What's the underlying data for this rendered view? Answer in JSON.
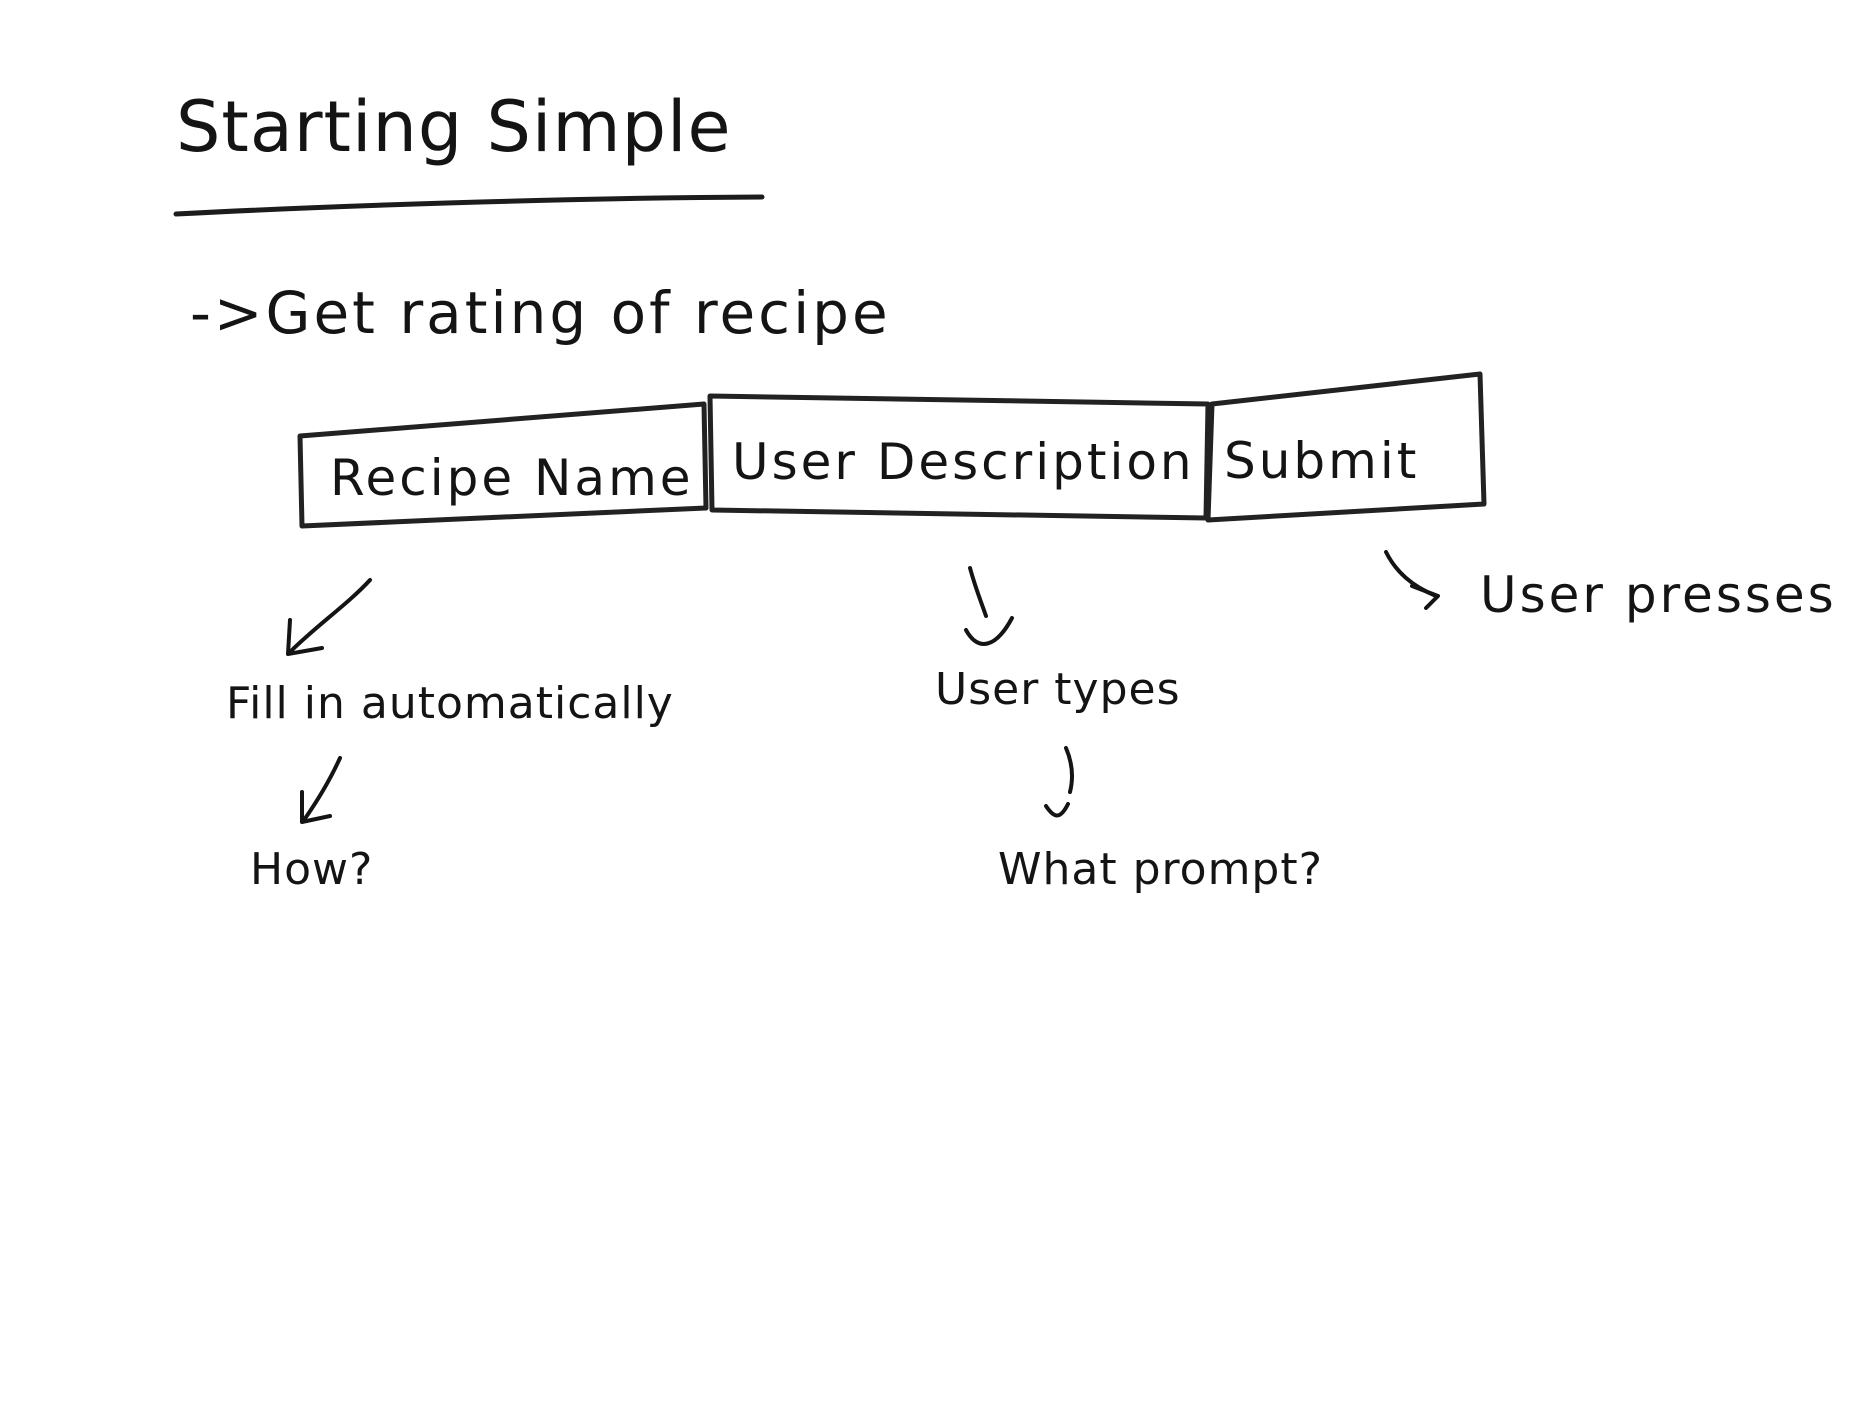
{
  "sketch": {
    "title": "Starting Simple",
    "bullet": "->Get rating of recipe",
    "boxes": {
      "recipe_name": "Recipe Name",
      "user_description": "User Description",
      "submit": "Submit"
    },
    "notes": {
      "fill_in": "Fill in automatically",
      "how": "How?",
      "user_types": "User types",
      "what_prompt": "What prompt?",
      "user_presses": "User presses"
    }
  },
  "colors": {
    "ink": "#141414",
    "paper": "#ffffff"
  }
}
